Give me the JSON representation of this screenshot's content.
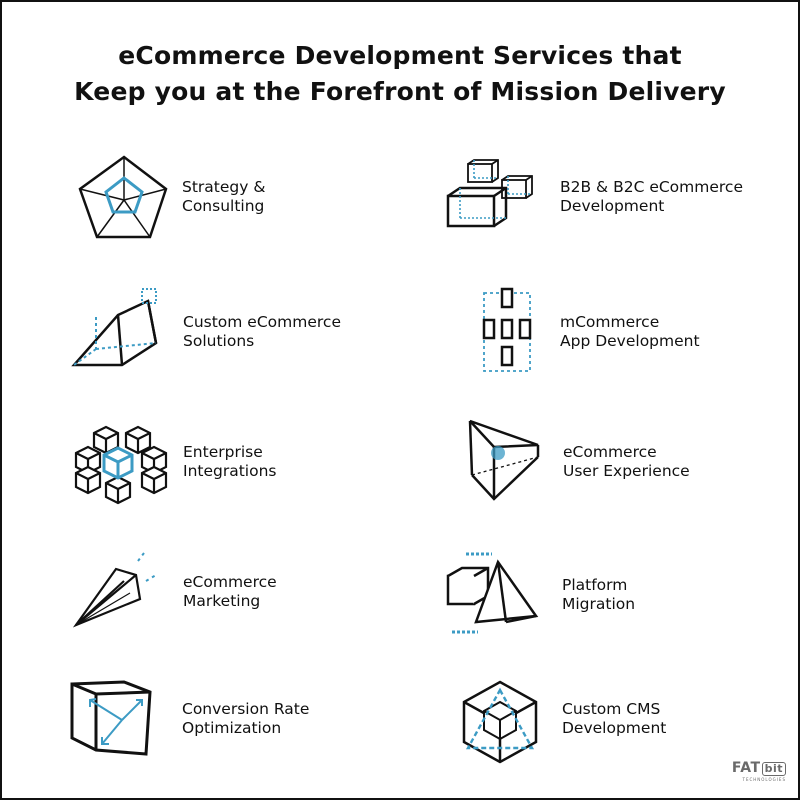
{
  "title": {
    "line1": "eCommerce Development Services that",
    "line2": "Keep you at the Forefront of Mission Delivery"
  },
  "colors": {
    "accent": "#3c9bc4",
    "ink": "#111111"
  },
  "services": [
    {
      "icon": "pentagon-radar-icon",
      "line1": "Strategy &",
      "line2": "Consulting"
    },
    {
      "icon": "boxes-stack-icon",
      "line1": "B2B & B2C eCommerce",
      "line2": "Development"
    },
    {
      "icon": "wedge-shape-icon",
      "line1": "Custom eCommerce",
      "line2": "Solutions"
    },
    {
      "icon": "mobile-grid-icon",
      "line1": "mCommerce",
      "line2": "App Development"
    },
    {
      "icon": "cube-cluster-icon",
      "line1": "Enterprise",
      "line2": "Integrations"
    },
    {
      "icon": "triangular-prism-icon",
      "line1": "eCommerce",
      "line2": "User Experience"
    },
    {
      "icon": "paper-plane-icon",
      "line1": "eCommerce",
      "line2": "Marketing"
    },
    {
      "icon": "cube-pyramid-icon",
      "line1": "Platform",
      "line2": "Migration"
    },
    {
      "icon": "cube-arrows-icon",
      "line1": "Conversion Rate",
      "line2": "Optimization"
    },
    {
      "icon": "hexagon-cube-icon",
      "line1": "Custom CMS",
      "line2": "Development"
    }
  ],
  "logo": {
    "main": "FAT",
    "badge": "bit",
    "sub": "TECHNOLOGIES"
  }
}
